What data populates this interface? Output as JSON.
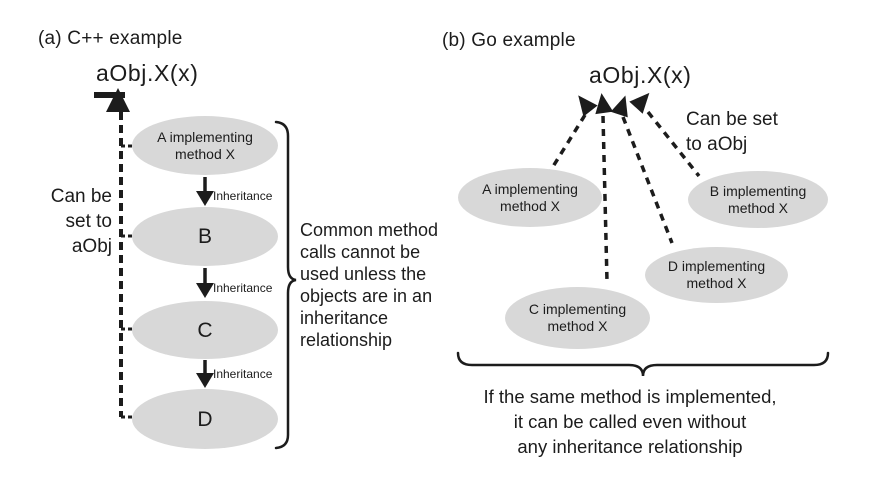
{
  "figure": {
    "colors": {
      "ellipse_fill": "#d8d8d8",
      "ink": "#1c1c1c"
    },
    "cpp": {
      "title": "(a) C++ example",
      "call": "aObj.X(x)",
      "side_note": "Can be\nset to\naObj",
      "inheritance_label": "Inheritance",
      "nodes": {
        "a": "A implementing\nmethod X",
        "b": "B",
        "c": "C",
        "d": "D"
      },
      "brace_note": "Common method\ncalls cannot be\nused unless the\nobjects are in an\ninheritance\nrelationship"
    },
    "go": {
      "title": "(b) Go example",
      "call": "aObj.X(x)",
      "side_note": "Can be set\nto aObj",
      "nodes": {
        "a": "A implementing\nmethod X",
        "b": "B implementing\nmethod X",
        "c": "C implementing\nmethod X",
        "d": "D implementing\nmethod X"
      },
      "caption": "If the same method is implemented,\nit can be called even without\nany inheritance relationship"
    }
  }
}
